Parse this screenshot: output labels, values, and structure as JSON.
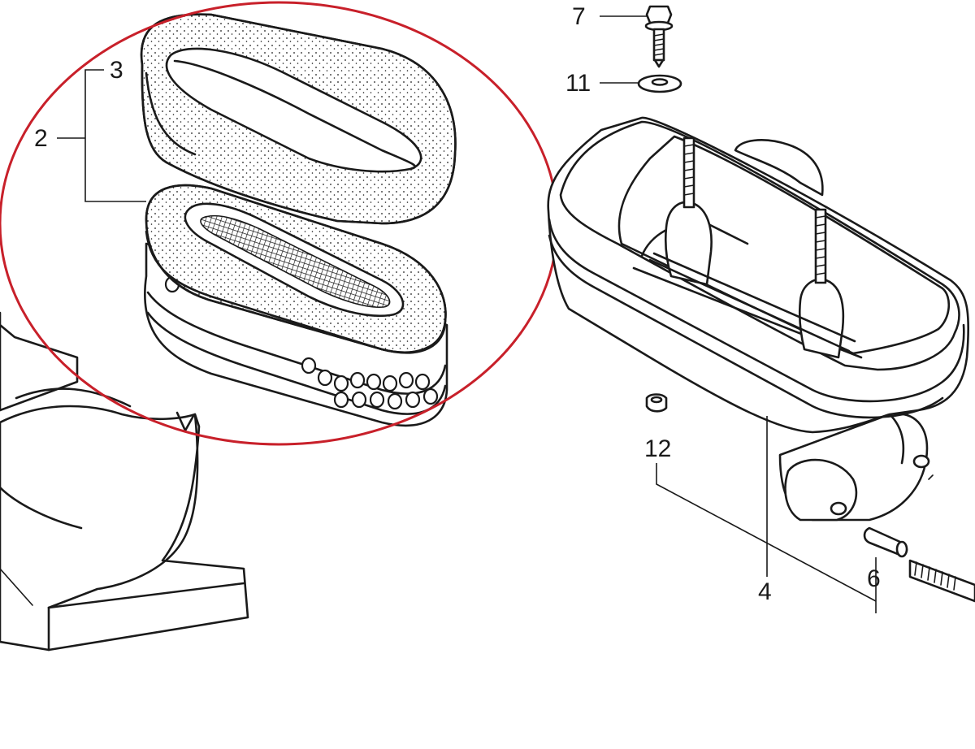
{
  "callouts": {
    "part_2": "2",
    "part_3": "3",
    "part_4": "4",
    "part_6": "6",
    "part_7": "7",
    "part_11": "11",
    "part_12": "12"
  },
  "highlight_color": "#c8202a",
  "line_color": "#1a1a1a"
}
